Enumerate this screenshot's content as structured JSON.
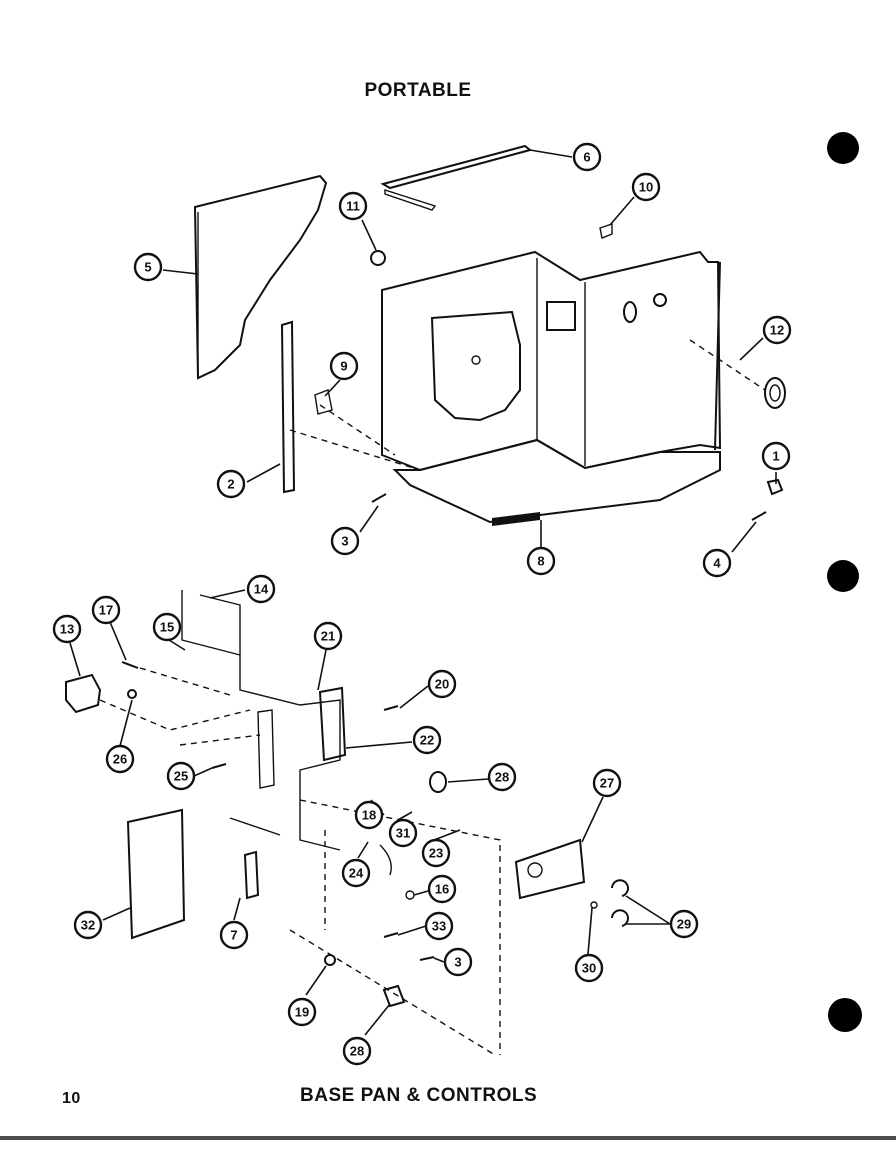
{
  "title": "PORTABLE",
  "footer_title": "BASE PAN & CONTROLS",
  "page_number": "10",
  "colors": {
    "ink": "#111111",
    "paper": "#ffffff"
  },
  "callouts": [
    "1",
    "2",
    "3",
    "4",
    "5",
    "6",
    "8",
    "9",
    "10",
    "11",
    "12",
    "13",
    "14",
    "15",
    "17",
    "20",
    "21",
    "22",
    "25",
    "26",
    "28",
    "18",
    "31",
    "27",
    "23",
    "24",
    "16",
    "33",
    "3",
    "29",
    "30",
    "32",
    "7",
    "19",
    "28"
  ]
}
